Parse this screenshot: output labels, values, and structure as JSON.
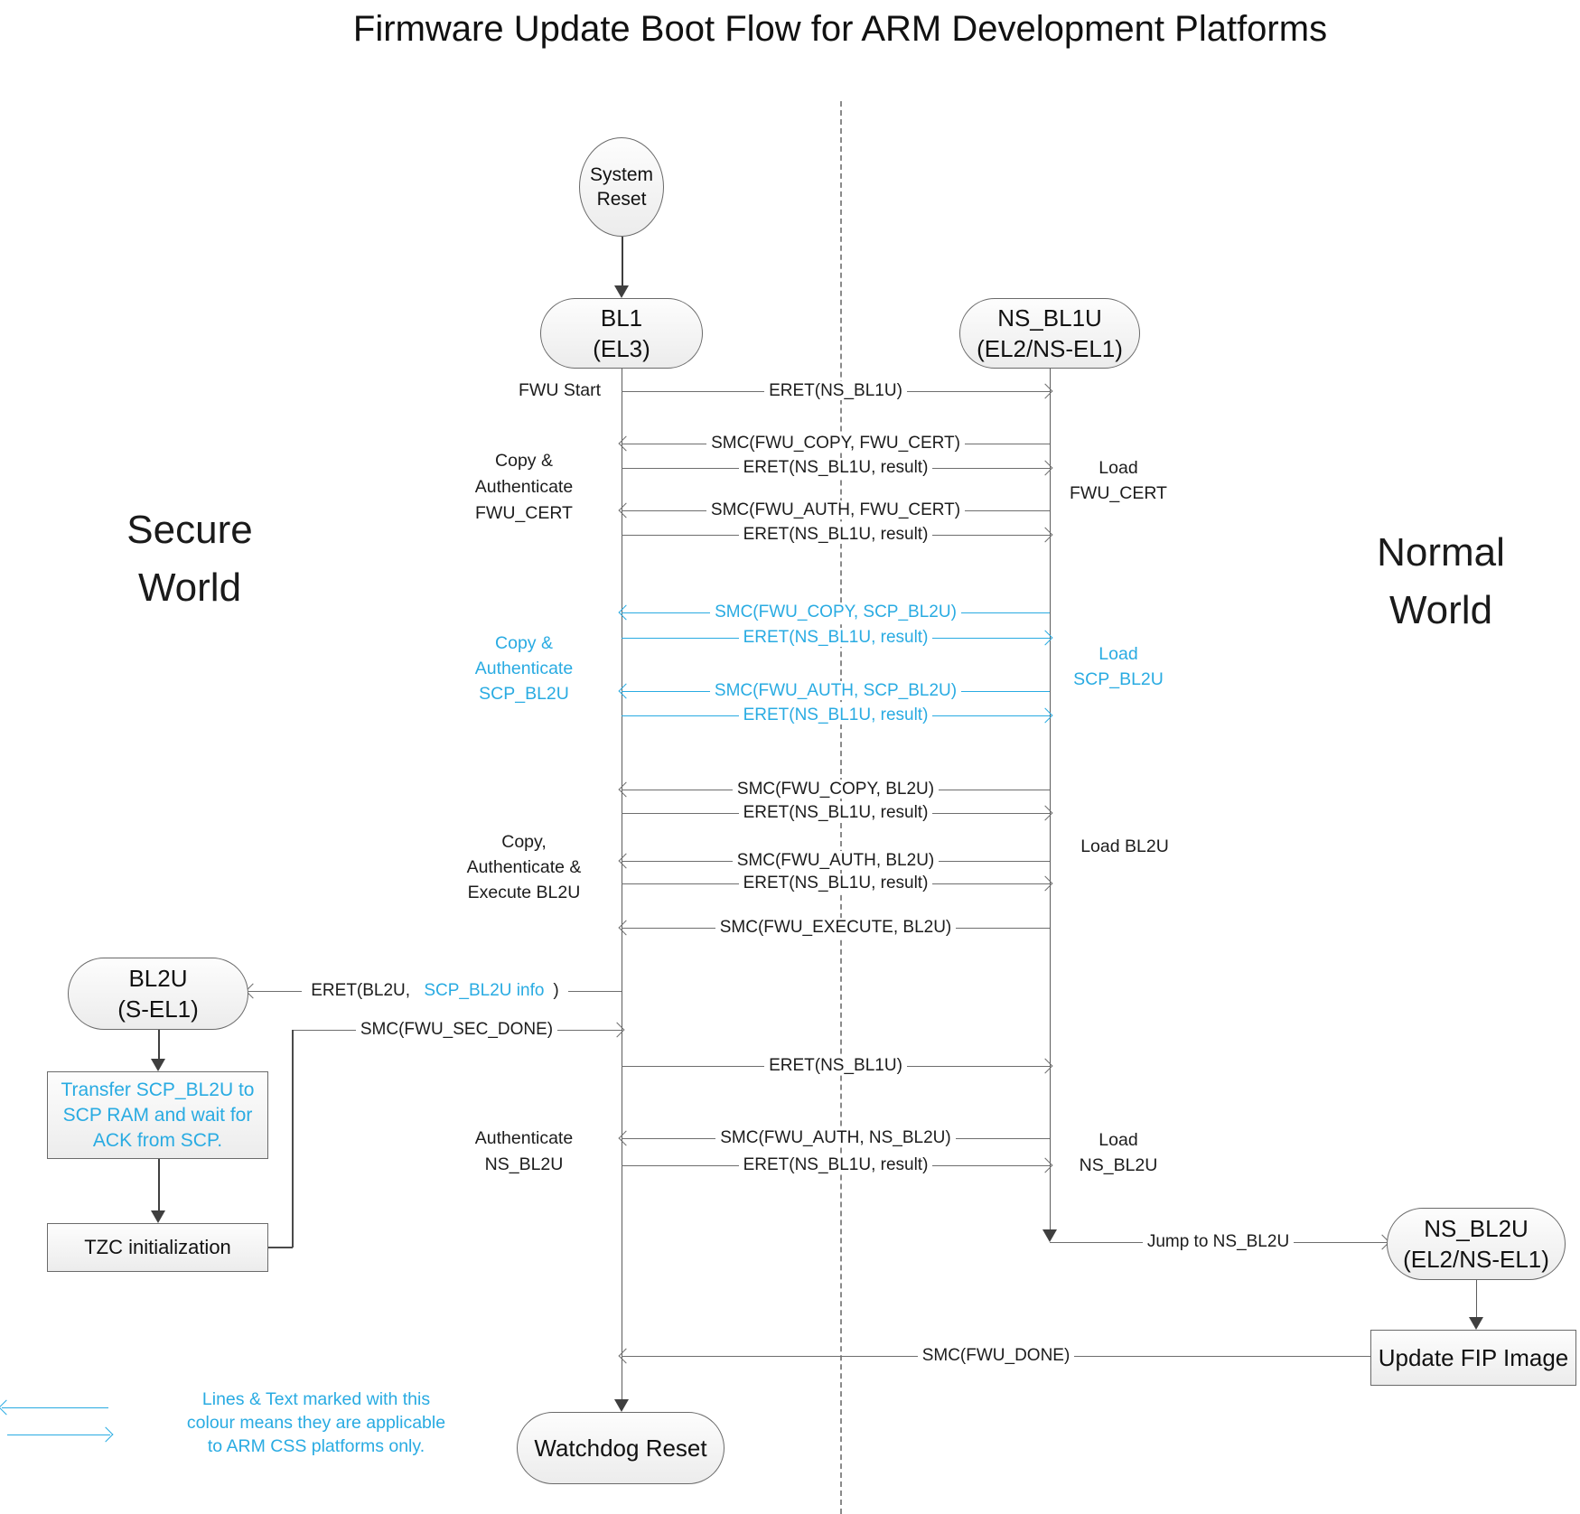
{
  "title": "Firmware Update Boot Flow for ARM Development Platforms",
  "regions": {
    "secure": [
      "Secure",
      "World"
    ],
    "normal": [
      "Normal",
      "World"
    ]
  },
  "colors": {
    "accent_blue": "#29ABE2",
    "line_gray": "#6e6e6e",
    "text_black": "#1c1c1c"
  },
  "nodes": {
    "system_reset": [
      "System",
      "Reset"
    ],
    "bl1": [
      "BL1",
      "(EL3)"
    ],
    "ns_bl1u": [
      "NS_BL1U",
      "(EL2/NS-EL1)"
    ],
    "bl2u": [
      "BL2U",
      "(S-EL1)"
    ],
    "transfer_scp": [
      "Transfer SCP_BL2U to",
      "SCP RAM and wait for",
      "ACK from SCP."
    ],
    "tzc": "TZC initialization",
    "ns_bl2u": [
      "NS_BL2U",
      "(EL2/NS-EL1)"
    ],
    "update_fip": "Update FIP Image",
    "watchdog": "Watchdog Reset"
  },
  "messages": [
    {
      "label": "ERET(NS_BL1U)",
      "dir": "right",
      "css_only": false
    },
    {
      "label": "SMC(FWU_COPY, FWU_CERT)",
      "dir": "left"
    },
    {
      "label": "ERET(NS_BL1U, result)",
      "dir": "right"
    },
    {
      "label": "SMC(FWU_AUTH, FWU_CERT)",
      "dir": "left"
    },
    {
      "label": "ERET(NS_BL1U, result)",
      "dir": "right"
    },
    {
      "label": "SMC(FWU_COPY, SCP_BL2U)",
      "dir": "left",
      "arm_css_only": true
    },
    {
      "label": "ERET(NS_BL1U, result)",
      "dir": "right",
      "arm_css_only": true
    },
    {
      "label": "SMC(FWU_AUTH, SCP_BL2U)",
      "dir": "left",
      "arm_css_only": true
    },
    {
      "label": "ERET(NS_BL1U, result)",
      "dir": "right",
      "arm_css_only": true
    },
    {
      "label": "SMC(FWU_COPY, BL2U)",
      "dir": "left"
    },
    {
      "label": "ERET(NS_BL1U, result)",
      "dir": "right"
    },
    {
      "label": "SMC(FWU_AUTH, BL2U)",
      "dir": "left"
    },
    {
      "label": "ERET(NS_BL1U, result)",
      "dir": "right"
    },
    {
      "label": "SMC(FWU_EXECUTE, BL2U)",
      "dir": "left"
    },
    {
      "label": "ERET(NS_BL1U)",
      "dir": "right"
    },
    {
      "label": "SMC(FWU_AUTH, NS_BL2U)",
      "dir": "left"
    },
    {
      "label": "ERET(NS_BL1U, result)",
      "dir": "right"
    }
  ],
  "special_messages": {
    "eret_bl2u": {
      "prefix": "ERET(BL2U, ",
      "highlight": "SCP_BL2U info",
      "suffix": ")"
    },
    "smc_sec_done": "SMC(FWU_SEC_DONE)",
    "jump_ns_bl2u": "Jump to NS_BL2U",
    "smc_fwu_done": "SMC(FWU_DONE)"
  },
  "side_labels": {
    "fwu_start": "FWU Start",
    "copy_auth_fwu_cert": [
      "Copy &",
      "Authenticate",
      "FWU_CERT"
    ],
    "copy_auth_scp_bl2u": [
      "Copy &",
      "Authenticate",
      "SCP_BL2U"
    ],
    "copy_auth_exec_bl2u": [
      "Copy,",
      "Authenticate &",
      "Execute BL2U"
    ],
    "auth_ns_bl2u": [
      "Authenticate",
      "NS_BL2U"
    ],
    "load_fwu_cert": [
      "Load",
      "FWU_CERT"
    ],
    "load_scp_bl2u": [
      "Load",
      "SCP_BL2U"
    ],
    "load_bl2u": "Load BL2U",
    "load_ns_bl2u": [
      "Load",
      "NS_BL2U"
    ]
  },
  "legend": {
    "lines": [
      "Lines & Text marked with this",
      "colour means they are applicable",
      "to ARM CSS platforms only."
    ]
  }
}
